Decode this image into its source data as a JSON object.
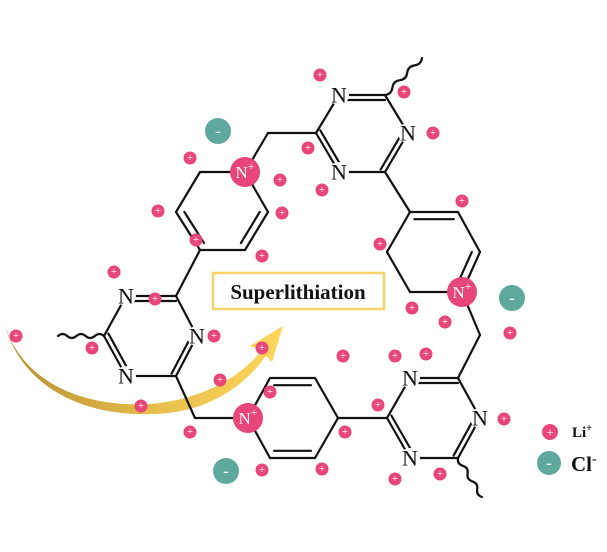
{
  "title_box": {
    "text": "Superlithiation"
  },
  "atom_label": "N",
  "pyridinium_label": "N",
  "plus_sign": "+",
  "minus_sign": "-",
  "legend": {
    "li_label": "Li",
    "li_charge": "+",
    "cl_label": "Cl",
    "cl_charge": "-"
  },
  "colors": {
    "li": "#e8457a",
    "cl": "#5fa89c",
    "arrow": "#f2c84b",
    "box_border": "#f7d36a"
  }
}
